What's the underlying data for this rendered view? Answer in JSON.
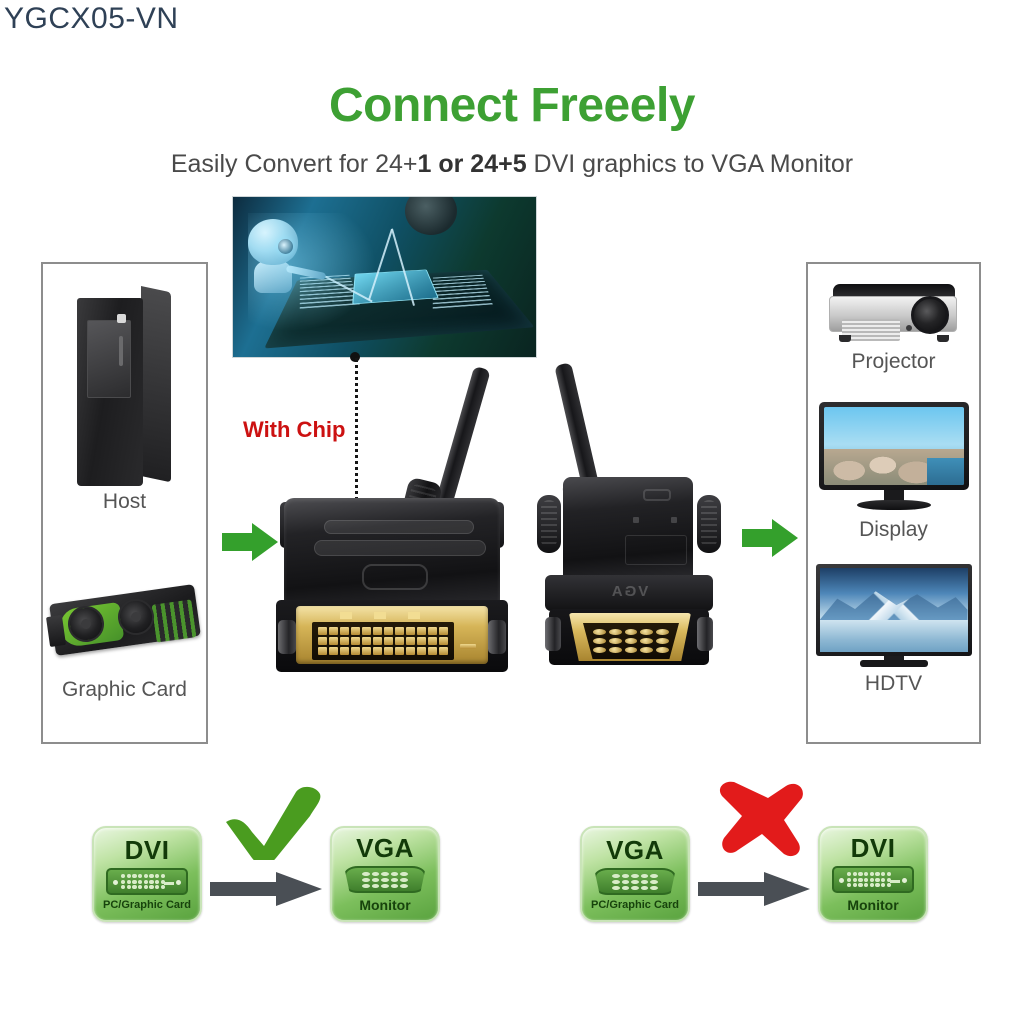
{
  "watermark": {
    "text": "YGCX05-VN"
  },
  "header": {
    "title": "Connect Freeely",
    "subtitle_part1": "Easily Convert for 24+",
    "subtitle_bold": "1 or 24+5",
    "subtitle_part2": " DVI graphics to VGA Monitor",
    "title_color": "#3da033",
    "subtitle_color": "#4a4a4a"
  },
  "callout": {
    "label": "With Chip",
    "color": "#cc1111"
  },
  "source_panel": {
    "items": [
      {
        "label": "Host",
        "icon": "pc-tower-icon"
      },
      {
        "label": "Graphic Card",
        "icon": "graphics-card-icon"
      }
    ]
  },
  "destination_panel": {
    "items": [
      {
        "label": "Projector",
        "icon": "projector-icon"
      },
      {
        "label": "Display",
        "icon": "monitor-icon"
      },
      {
        "label": "HDTV",
        "icon": "television-icon"
      }
    ]
  },
  "cable": {
    "dvi_end_label": "DVI 24+1 male connector",
    "vga_end_label": "VGA male connector",
    "vga_shell_text": "VGA"
  },
  "arrows": {
    "flow_color": "#34a02c",
    "compat_arrow_color": "#4a4f55"
  },
  "compatibility": {
    "supported": {
      "verdict_icon": "check-icon",
      "verdict_color": "#4a9c1f",
      "from": {
        "title": "DVI",
        "subtitle": "PC/Graphic Card",
        "port": "dvi-port-icon"
      },
      "to": {
        "title": "VGA",
        "subtitle": "Monitor",
        "port": "vga-port-icon"
      }
    },
    "unsupported": {
      "verdict_icon": "x-icon",
      "verdict_color": "#e21b1b",
      "from": {
        "title": "VGA",
        "subtitle": "PC/Graphic Card",
        "port": "vga-port-icon"
      },
      "to": {
        "title": "DVI",
        "subtitle": "Monitor",
        "port": "dvi-port-icon"
      }
    }
  }
}
